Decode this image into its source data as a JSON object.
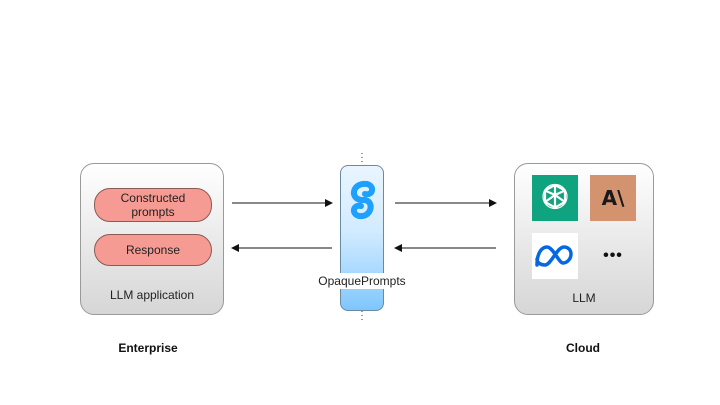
{
  "enterprise": {
    "pill_top": "Constructed prompts",
    "pill_bottom": "Response",
    "box_label": "LLM application",
    "section_title": "Enterprise"
  },
  "middle": {
    "label": "OpaquePrompts"
  },
  "cloud": {
    "box_label": "LLM",
    "section_title": "Cloud",
    "logos": [
      "openai-icon",
      "anthropic-icon",
      "meta-icon",
      "more-icon"
    ],
    "more_text": "•••",
    "anthropic_mark": "A\\"
  },
  "colors": {
    "pill": "#f69b93",
    "openai": "#10a37f",
    "anthropic": "#d4936f",
    "meta": "#0668e1",
    "tube_top": "#e9f5ff",
    "tube_bottom": "#7fc6fc"
  }
}
